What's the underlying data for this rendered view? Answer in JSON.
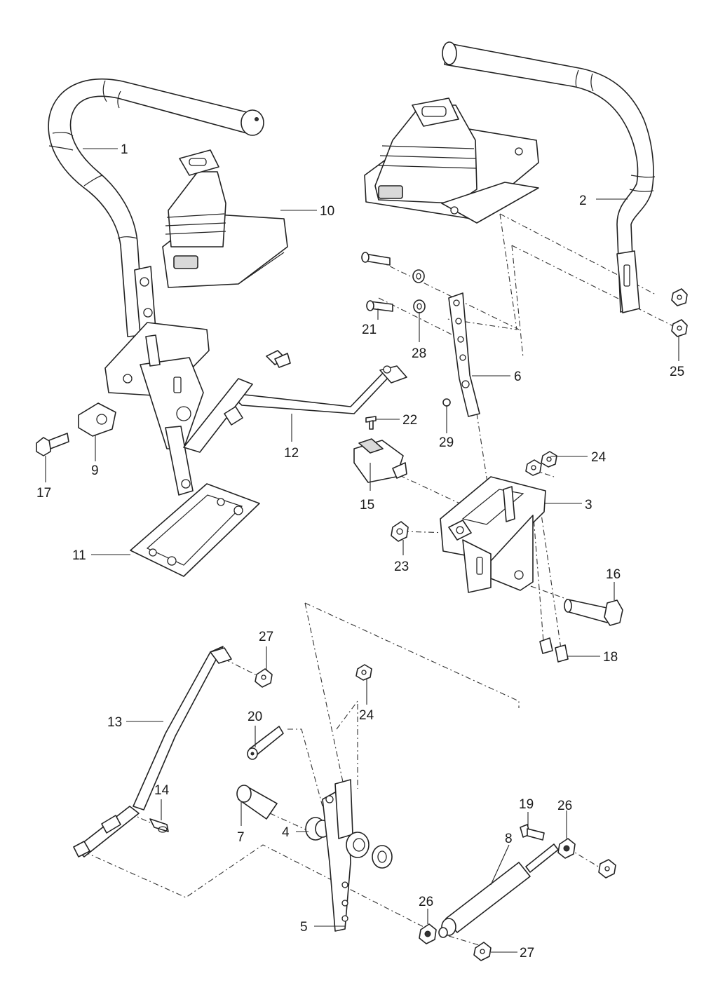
{
  "callouts": [
    {
      "id": "c1",
      "text": "1"
    },
    {
      "id": "c2",
      "text": "2"
    },
    {
      "id": "c3",
      "text": "3"
    },
    {
      "id": "c4",
      "text": "4"
    },
    {
      "id": "c5",
      "text": "5"
    },
    {
      "id": "c6",
      "text": "6"
    },
    {
      "id": "c7",
      "text": "7"
    },
    {
      "id": "c8",
      "text": "8"
    },
    {
      "id": "c9",
      "text": "9"
    },
    {
      "id": "c10",
      "text": "10"
    },
    {
      "id": "c11",
      "text": "11"
    },
    {
      "id": "c12",
      "text": "12"
    },
    {
      "id": "c13",
      "text": "13"
    },
    {
      "id": "c14",
      "text": "14"
    },
    {
      "id": "c15",
      "text": "15"
    },
    {
      "id": "c16",
      "text": "16"
    },
    {
      "id": "c17",
      "text": "17"
    },
    {
      "id": "c18",
      "text": "18"
    },
    {
      "id": "c19",
      "text": "19"
    },
    {
      "id": "c20",
      "text": "20"
    },
    {
      "id": "c21",
      "text": "21"
    },
    {
      "id": "c22",
      "text": "22"
    },
    {
      "id": "c23",
      "text": "23"
    },
    {
      "id": "c24a",
      "text": "24"
    },
    {
      "id": "c24b",
      "text": "24"
    },
    {
      "id": "c25",
      "text": "25"
    },
    {
      "id": "c26a",
      "text": "26"
    },
    {
      "id": "c26b",
      "text": "26"
    },
    {
      "id": "c27a",
      "text": "27"
    },
    {
      "id": "c27b",
      "text": "27"
    },
    {
      "id": "c28",
      "text": "28"
    },
    {
      "id": "c29",
      "text": "29"
    }
  ]
}
